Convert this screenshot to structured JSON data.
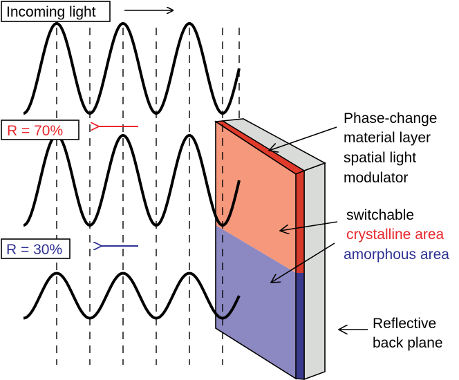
{
  "labels": {
    "incoming": "Incoming light",
    "r70": "R = 70%",
    "r30": "R = 30%",
    "pcm": [
      "Phase-change",
      "material layer",
      "spatial light",
      "modulator"
    ],
    "switchable": "switchable",
    "crystalline": "crystalline area",
    "amorphous": "amorphous area",
    "reflective": [
      "Reflective",
      "back plane"
    ]
  },
  "colors": {
    "red": "#e8262c",
    "blue": "#2e3192",
    "crystalline_fill": "#f5987c",
    "crystalline_edge": "#d63a2a",
    "amorphous_fill": "#8c88c2",
    "amorphous_edge": "#3a3a8c",
    "backplane": "#d9dbd9",
    "black": "#000000"
  },
  "waves": [
    {
      "name": "incoming-wave",
      "relative_amplitude": 1.0
    },
    {
      "name": "reflected-wave-70",
      "relative_amplitude": 1.0
    },
    {
      "name": "reflected-wave-30",
      "relative_amplitude": 0.5
    }
  ]
}
